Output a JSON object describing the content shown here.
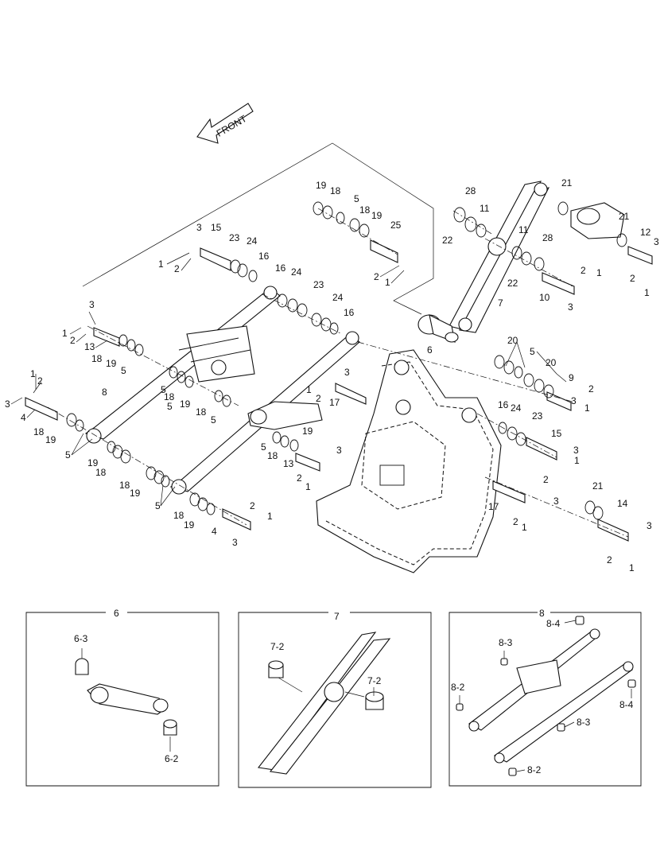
{
  "front_arrow": {
    "text": "FRONT"
  },
  "callouts": [
    {
      "n": "1"
    },
    {
      "n": "2"
    },
    {
      "n": "3"
    },
    {
      "n": "4"
    },
    {
      "n": "5"
    },
    {
      "n": "6"
    },
    {
      "n": "7"
    },
    {
      "n": "8"
    },
    {
      "n": "9"
    },
    {
      "n": "10"
    },
    {
      "n": "11"
    },
    {
      "n": "12"
    },
    {
      "n": "13"
    },
    {
      "n": "14"
    },
    {
      "n": "15"
    },
    {
      "n": "16"
    },
    {
      "n": "17"
    },
    {
      "n": "18"
    },
    {
      "n": "19"
    },
    {
      "n": "20"
    },
    {
      "n": "21"
    },
    {
      "n": "22"
    },
    {
      "n": "23"
    },
    {
      "n": "24"
    },
    {
      "n": "25"
    },
    {
      "n": "28"
    }
  ],
  "detail_6": {
    "title": "6",
    "labels": [
      "6-3",
      "6-2"
    ]
  },
  "detail_7": {
    "title": "7",
    "labels": [
      "7-2",
      "7-2"
    ]
  },
  "detail_8": {
    "title": "8",
    "labels": [
      "8-4",
      "8-3",
      "8-2",
      "8-4",
      "8-3",
      "8-2"
    ]
  }
}
